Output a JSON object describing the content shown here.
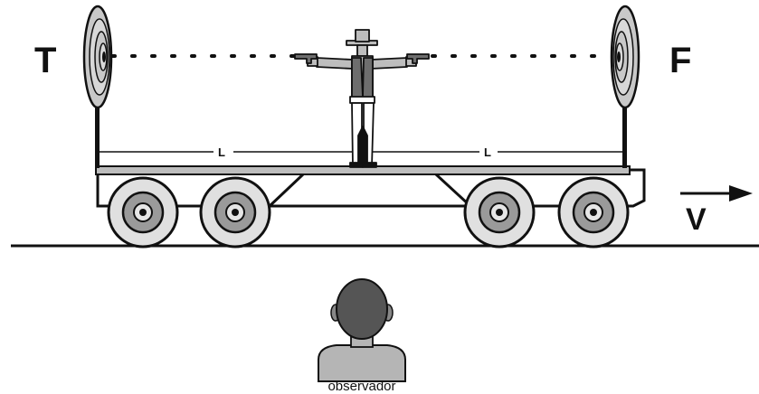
{
  "labels": {
    "left_target": "T",
    "right_target": "F",
    "left_length": "L",
    "right_length": "L",
    "velocity": "V",
    "observer": "observador"
  },
  "colors": {
    "ink": "#111111",
    "wheel_tire": "#e0e0e0",
    "wheel_hub": "#9a9a9a",
    "target_fill": "#c8c8c8",
    "figure_gray": "#bdbdbd",
    "vest": "#6e6e6e",
    "observer_head": "#555555",
    "observer_shoulders": "#b5b5b5"
  }
}
